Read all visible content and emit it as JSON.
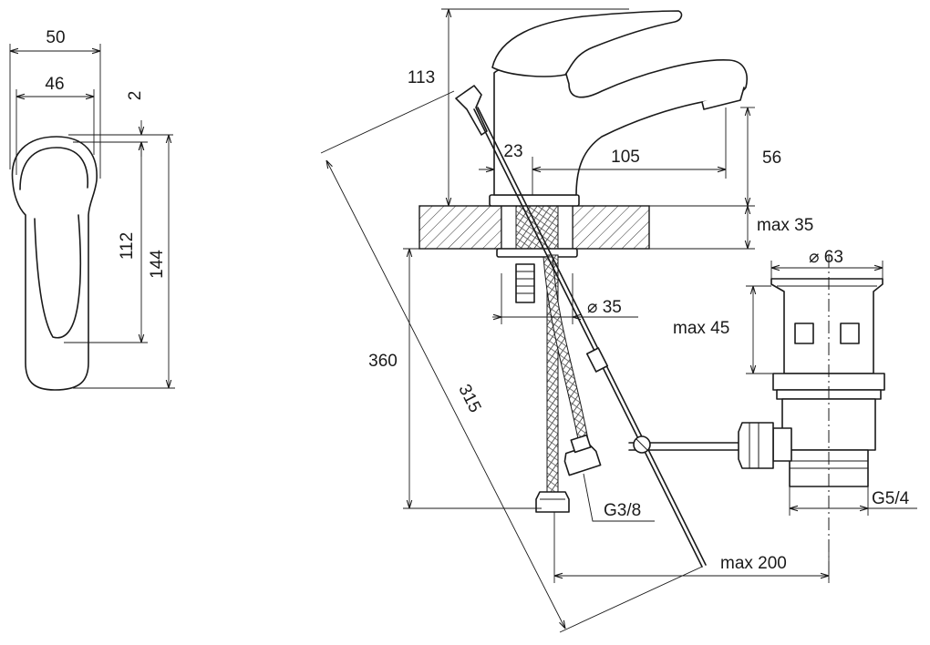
{
  "dimensions": {
    "handle_width_outer": "50",
    "handle_width_inner": "46",
    "handle_offset": "2",
    "handle_height_inner": "112",
    "handle_height_outer": "144",
    "faucet_height": "113",
    "spout_projection": "105",
    "body_offset": "23",
    "spout_height": "56",
    "counter_thickness": "max 35",
    "hole_diameter": "⌀ 35",
    "rod_length": "315",
    "hose_length": "360",
    "hose_thread": "G3/8",
    "drain_diameter": "⌀ 63",
    "drain_height": "max 45",
    "drain_thread": "G5/4",
    "rod_reach": "max 200"
  }
}
